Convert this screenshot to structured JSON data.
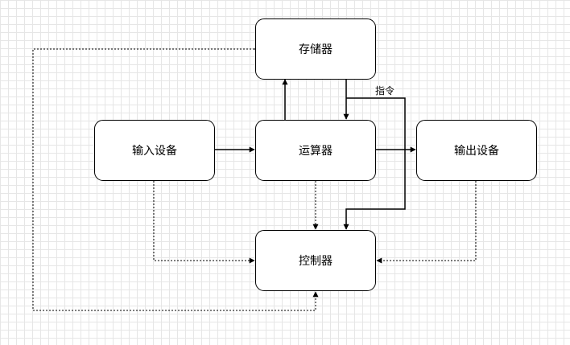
{
  "nodes": {
    "memory": "存储器",
    "input": "输入设备",
    "alu": "运算器",
    "output": "输出设备",
    "control": "控制器"
  },
  "edges": {
    "instruction_label": "指令"
  }
}
